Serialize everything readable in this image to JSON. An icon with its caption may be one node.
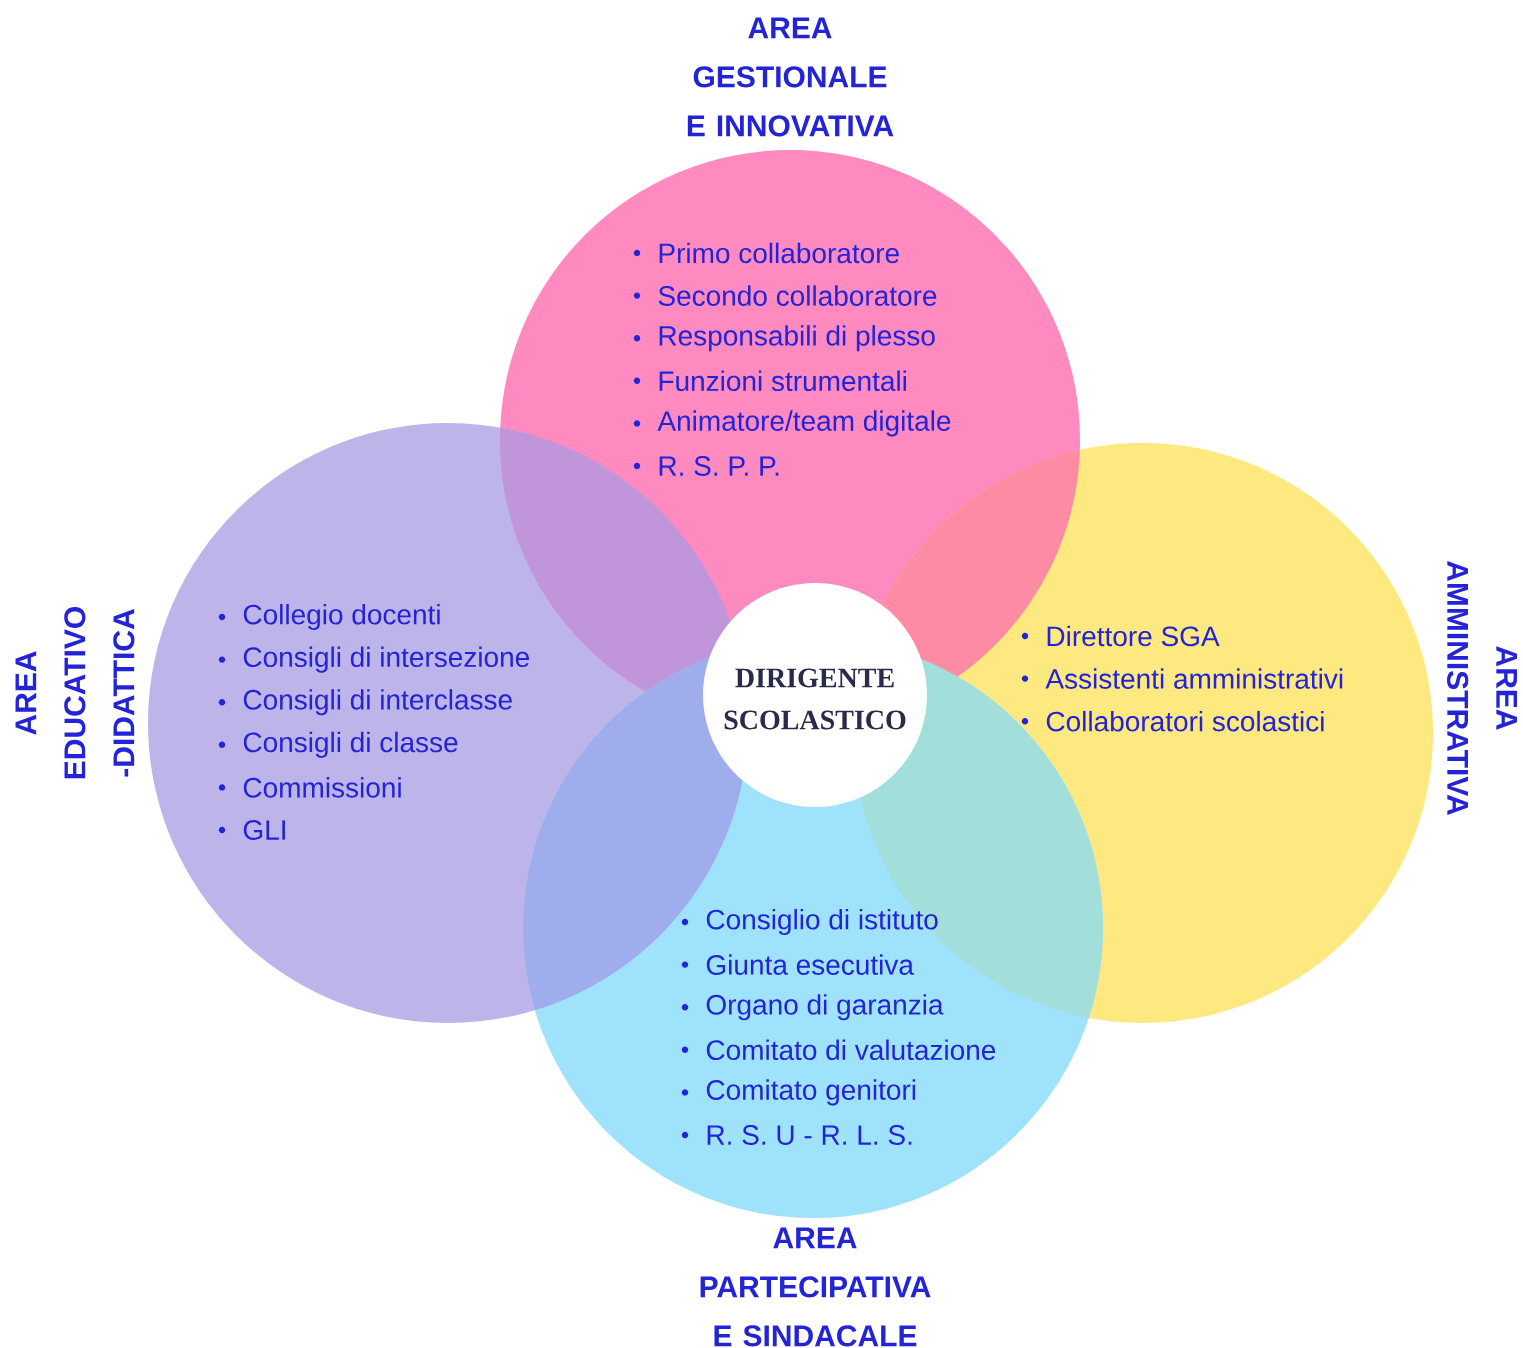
{
  "diagram": {
    "nodes": [
      {
        "text": [
          "AREA GESTIONALE E INNOVATIVA",
          "Primo collaboratore",
          "Secondo collaboratore",
          "Responsabili di plesso",
          "Funzioni strumentali",
          "Animatore/team digitale",
          "R. S. P. P."
        ]
      },
      {
        "text": [
          "AREA EDUCATIVO -DIDATTICA",
          "Collegio docenti",
          "Consigli di intersezione",
          "Consigli di interclasse",
          "Consigli di classe",
          "Commissioni",
          "GLI"
        ]
      },
      {
        "text": [
          "DIRIGENTE SCOLASTICO"
        ]
      },
      {
        "text": [
          "AREA AMMINISTRATIVA",
          "Direttore SGA",
          "Assistenti amministrativi",
          "Collaboratori scolastici"
        ]
      },
      {
        "text": [
          "AREA PARTECIPATIVA E SINDACALE",
          "Consiglio di istituto",
          "Giunta esecutiva",
          "Organo di garanzia",
          "Comitato di valutazione",
          "Comitato genitori",
          "R. S. U - R. L. S."
        ]
      }
    ]
  }
}
